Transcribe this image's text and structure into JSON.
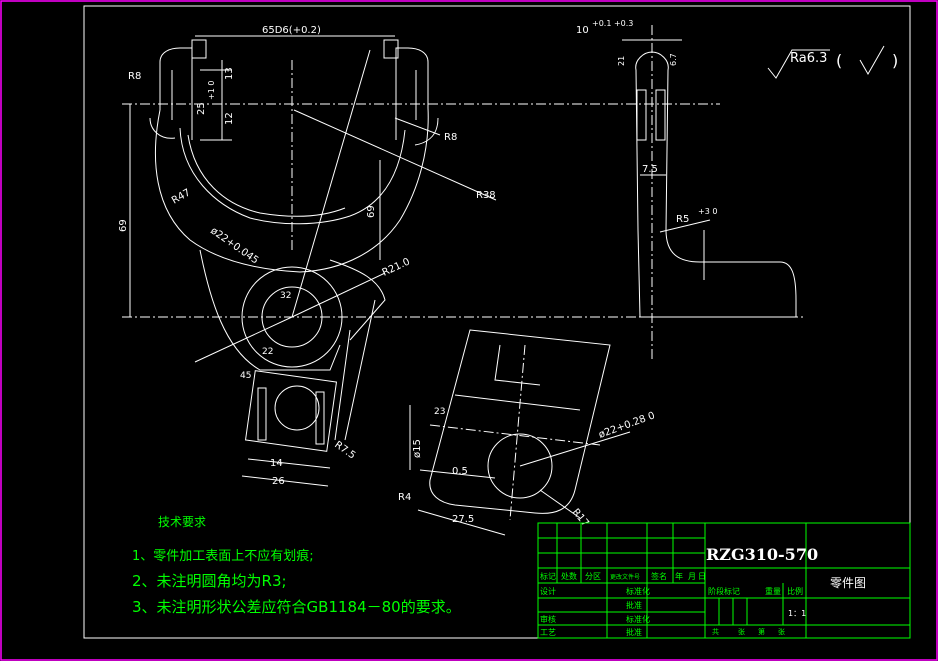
{
  "colors": {
    "background": "#000000",
    "geometry": "#ffffff",
    "text": "#00ff00",
    "border": "#ff00ff"
  },
  "dims": {
    "top_width": "65D6(+0.2)",
    "r8_left": "R8",
    "r8_right": "R8",
    "h13": "13",
    "h12": "12",
    "h25": "25",
    "h25_tol": "+1 0",
    "r38": "R38",
    "r47": "R47",
    "h69_left": "69",
    "h69_mid": "69",
    "dia22": "ø22+0.045",
    "r21": "R21.0",
    "a32": "32",
    "a22": "22",
    "a45": "45",
    "w14": "14",
    "w26": "26",
    "r75": "R7.5",
    "s10": "10",
    "s10_tol": "+0.1 +0.3",
    "s21": "21",
    "s67": "6.7",
    "s75": "7.5",
    "r5": "R5",
    "r5_tol": "+3 0",
    "d15": "ø15",
    "d05": "0.5",
    "a23": "23",
    "d22b": "ø22+0.28 0",
    "r4": "R4",
    "w275": "27.5",
    "r17": "R17"
  },
  "roughness": {
    "symbol": "Ra6.3",
    "paren_open": "(",
    "check": "√",
    "paren_close": ")"
  },
  "notes": {
    "title": "技术要求",
    "items": [
      "1、零件加工表面上不应有划痕;",
      "2、未注明圆角均为R3;",
      "3、未注明形状公差应符合GB1184－80的要求。"
    ]
  },
  "title_block": {
    "part_no": "RZG310-570",
    "part_name": "零件图",
    "scale": "1：1",
    "row1": [
      "标记",
      "处数",
      "分区",
      "更改文件号",
      "签名",
      "年",
      "月",
      "日"
    ],
    "left_labels": [
      "设计",
      "审核",
      "工艺"
    ],
    "mid_labels": [
      "标准化",
      "批准",
      "标准化",
      "批准"
    ],
    "stage": "阶段标记",
    "weight": "重量",
    "ratio": "比例",
    "sheet": [
      "共",
      "张",
      "第",
      "张"
    ]
  }
}
